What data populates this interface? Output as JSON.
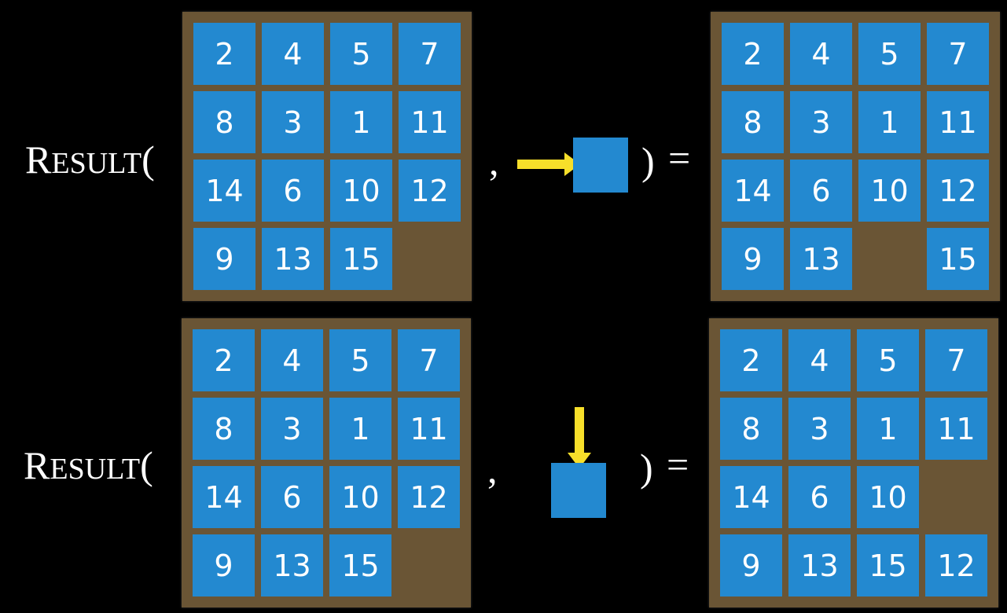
{
  "colors": {
    "tile": "#2389d0",
    "board": "#6a5535",
    "arrow": "#f7df2a",
    "background": "#000000"
  },
  "rows": [
    {
      "function_first": "R",
      "function_rest": "ESULT",
      "open_paren": "(",
      "comma": ",",
      "close_paren": ")",
      "equals": "=",
      "action": "right-arrow",
      "input_board": [
        2,
        4,
        5,
        7,
        8,
        3,
        1,
        11,
        14,
        6,
        10,
        12,
        9,
        13,
        15,
        null
      ],
      "output_board": [
        2,
        4,
        5,
        7,
        8,
        3,
        1,
        11,
        14,
        6,
        10,
        12,
        9,
        13,
        null,
        15
      ]
    },
    {
      "function_first": "R",
      "function_rest": "ESULT",
      "open_paren": "(",
      "comma": ",",
      "close_paren": ")",
      "equals": "=",
      "action": "down-arrow",
      "input_board": [
        2,
        4,
        5,
        7,
        8,
        3,
        1,
        11,
        14,
        6,
        10,
        12,
        9,
        13,
        15,
        null
      ],
      "output_board": [
        2,
        4,
        5,
        7,
        8,
        3,
        1,
        11,
        14,
        6,
        10,
        null,
        9,
        13,
        15,
        12
      ]
    }
  ]
}
